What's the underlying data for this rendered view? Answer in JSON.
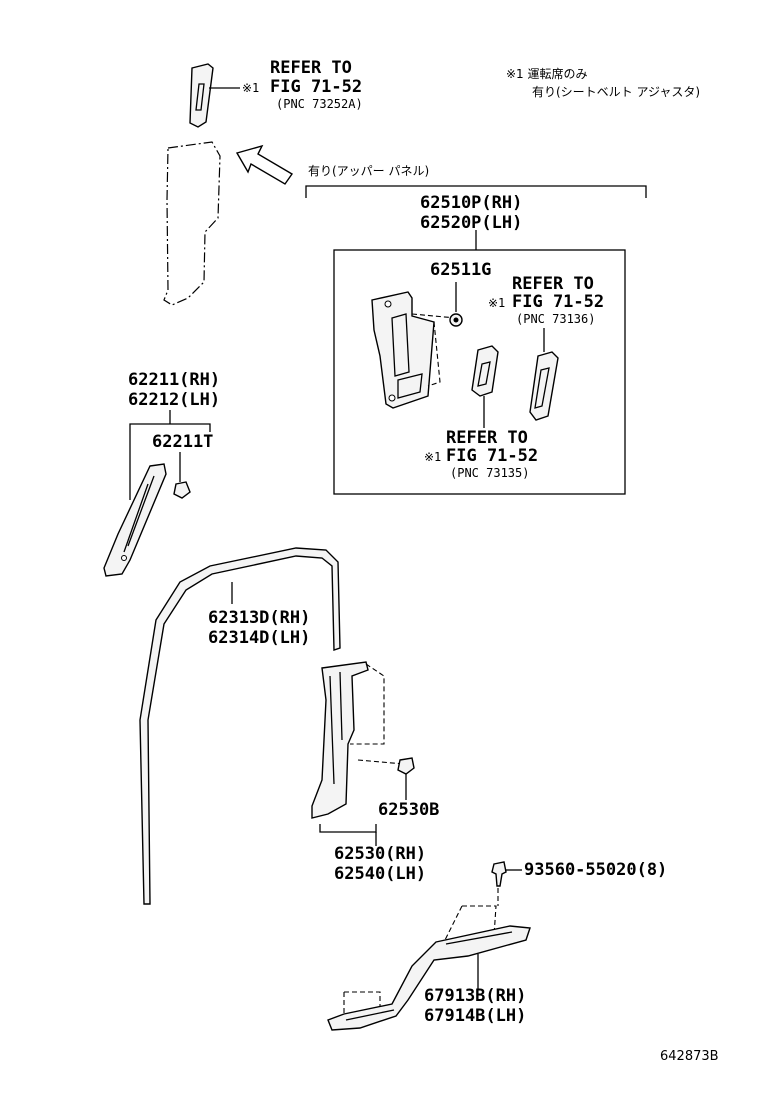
{
  "note_top": {
    "line1": "※1 運転席のみ",
    "line2": "有り(シートベルト アジャスタ)"
  },
  "refer_top": {
    "line1": "REFER TO",
    "line2": "FIG 71-52",
    "marker": "※1",
    "pnc": "(PNC 73252A)"
  },
  "upper_panel_note": "有り(アッパー パネル)",
  "panel_assy": {
    "rh": "62510P(RH)",
    "lh": "62520P(LH)"
  },
  "clip_62511": "62511G",
  "refer_73136": {
    "line1": "REFER TO",
    "marker": "※1",
    "line2": "FIG 71-52",
    "pnc": "(PNC 73136)"
  },
  "refer_73135": {
    "line1": "REFER TO",
    "marker": "※1",
    "line2": "FIG 71-52",
    "pnc": "(PNC 73135)"
  },
  "garnish": {
    "rh": "62211(RH)",
    "lh": "62212(LH)"
  },
  "clip_62211T": "62211T",
  "weatherstrip": {
    "rh": "62313D(RH)",
    "lh": "62314D(LH)"
  },
  "lower_clip": "62530B",
  "lower_trim": {
    "rh": "62530(RH)",
    "lh": "62540(LH)"
  },
  "screw": "93560-55020(8)",
  "scuff_plate": {
    "rh": "67913B(RH)",
    "lh": "67914B(LH)"
  },
  "illustration_code": "642873B"
}
